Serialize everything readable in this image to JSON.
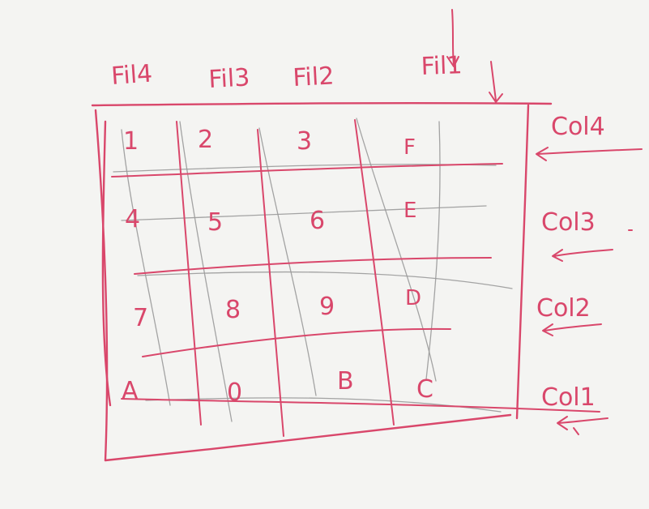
{
  "top_labels": [
    "Fil4",
    "Fil3",
    "Fil2",
    "Fil1"
  ],
  "side_labels": [
    "Col4",
    "Col3",
    "Col2",
    "Col1"
  ],
  "grid": [
    [
      "1",
      "2",
      "3",
      "F"
    ],
    [
      "4",
      "5",
      "6",
      "E"
    ],
    [
      "7",
      "8",
      "9",
      "D"
    ],
    [
      "A",
      "0",
      "B",
      "C"
    ]
  ],
  "colors": {
    "ink": "#d9476b",
    "pencil": "#9a9a9a",
    "paper": "#f4f4f2"
  }
}
